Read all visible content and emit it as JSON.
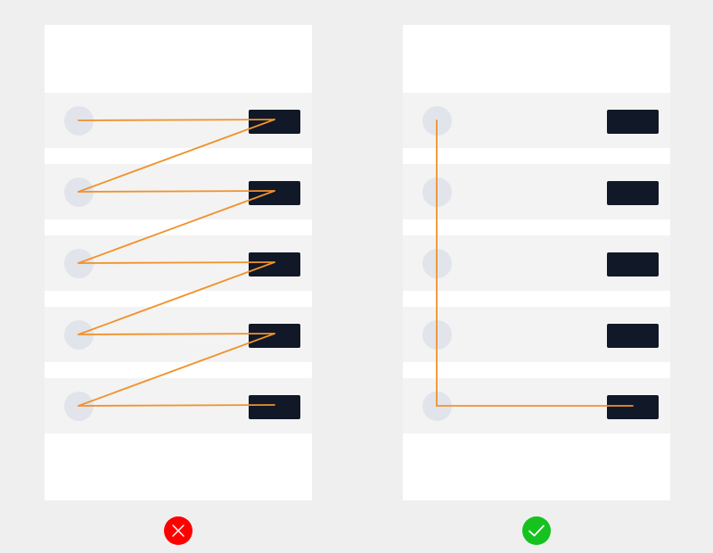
{
  "diagram": {
    "row_count": 5,
    "path_color": "#F0922C",
    "row_color": "#F3F3F3",
    "dot_color": "#E1E4EA",
    "block_color": "#111827",
    "panel_color": "#FFFFFF",
    "background_color": "#EFEFEF",
    "left_panel": {
      "verdict": "incorrect",
      "pattern": "zigzag",
      "icon": "close-icon",
      "icon_color": "#FF0000"
    },
    "right_panel": {
      "verdict": "correct",
      "pattern": "straight-down-then-across",
      "icon": "check-icon",
      "icon_color": "#16C21E"
    }
  }
}
